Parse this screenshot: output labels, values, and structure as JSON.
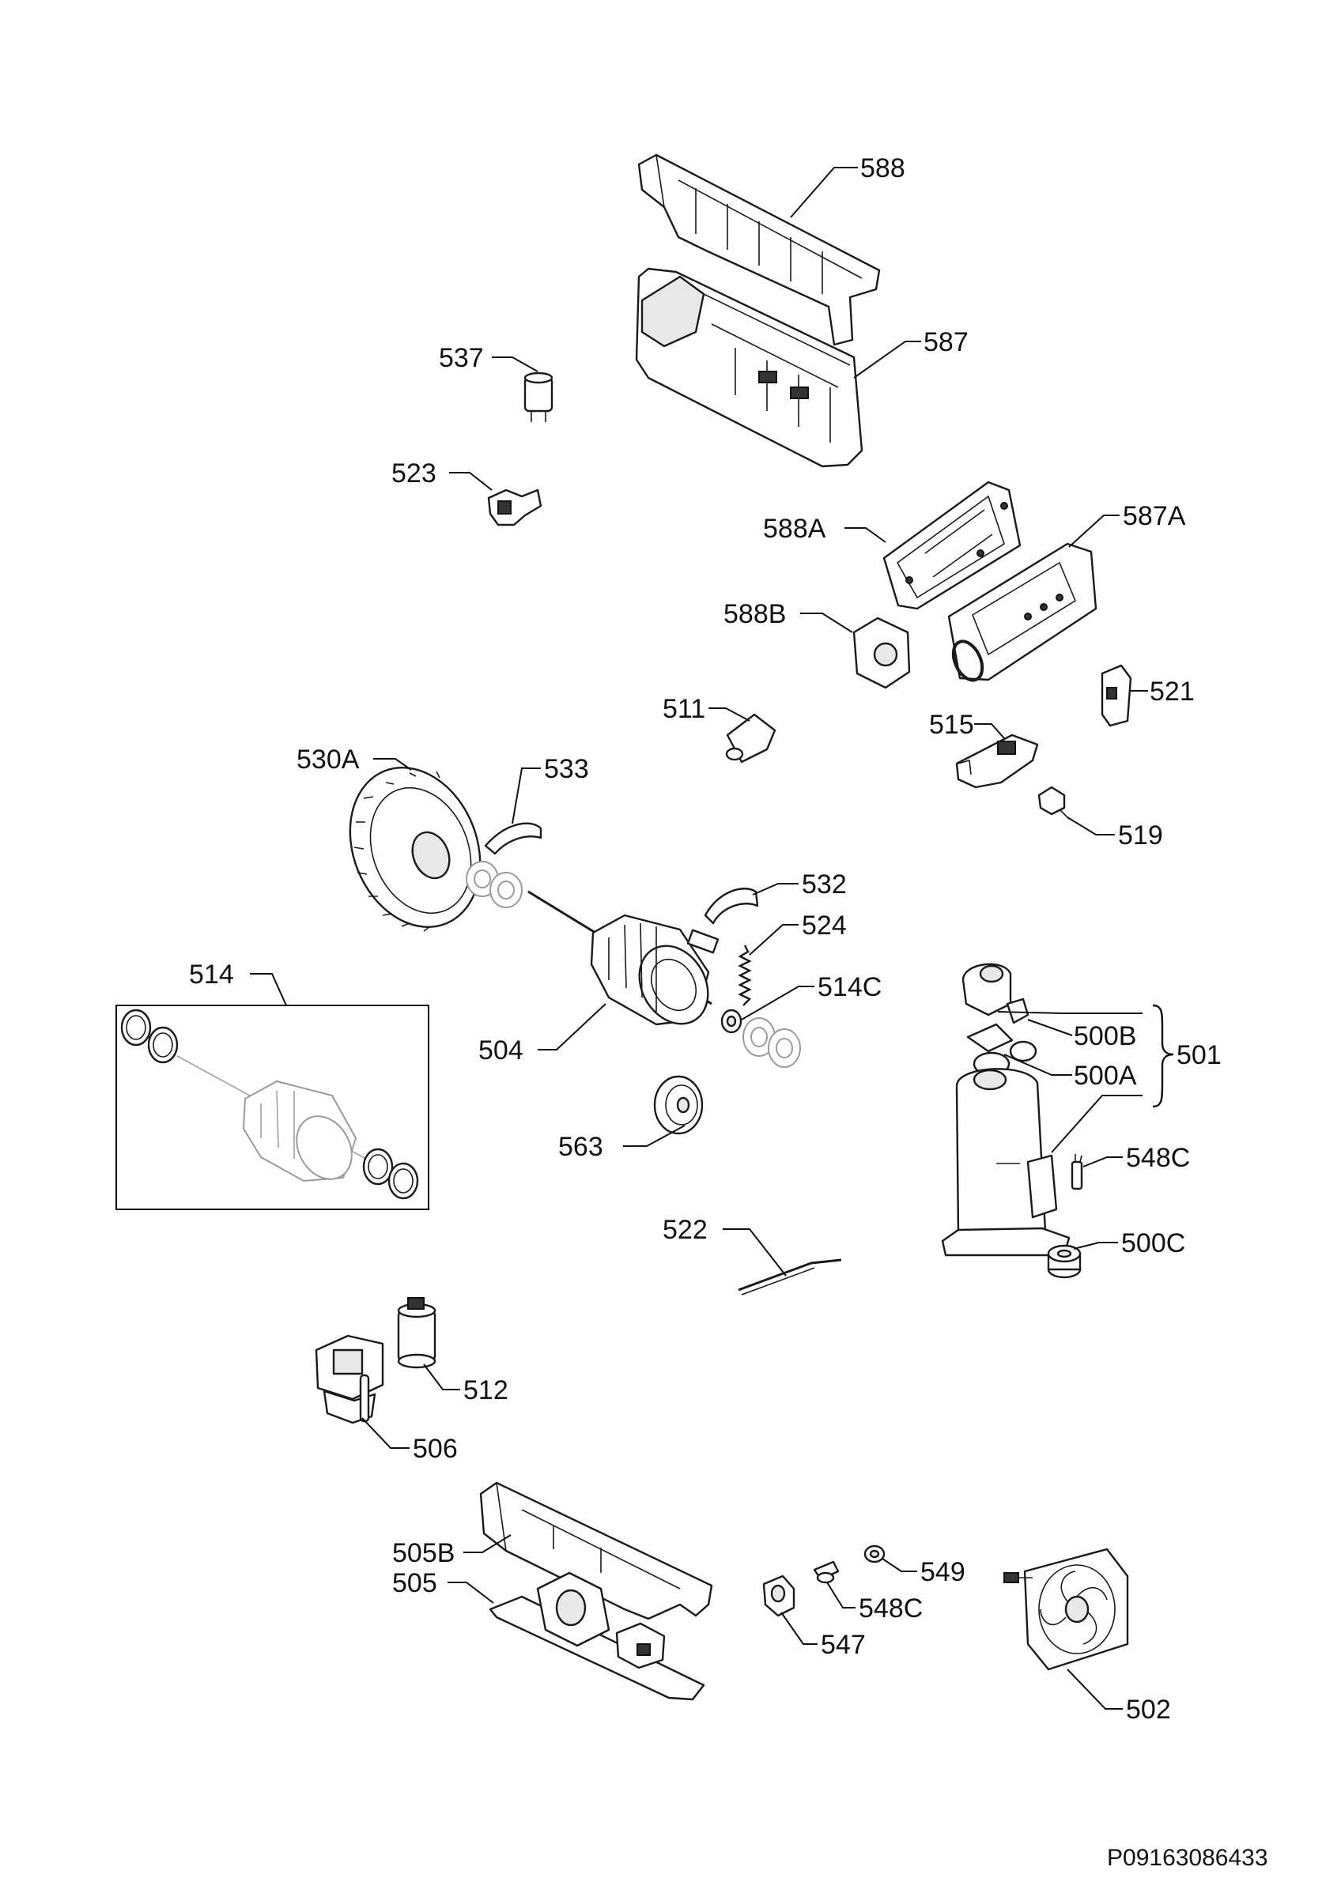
{
  "labels": {
    "p588": "588",
    "p587": "587",
    "p537": "537",
    "p523": "523",
    "p588A": "588A",
    "p587A": "587A",
    "p588B": "588B",
    "p521": "521",
    "p511": "511",
    "p515": "515",
    "p519": "519",
    "p530A": "530A",
    "p533": "533",
    "p532": "532",
    "p524": "524",
    "p514": "514",
    "p514C": "514C",
    "p504": "504",
    "p563": "563",
    "p500B": "500B",
    "p500A": "500A",
    "p501": "501",
    "p548C_a": "548C",
    "p522": "522",
    "p500C": "500C",
    "p512": "512",
    "p506": "506",
    "p505B": "505B",
    "p505": "505",
    "p549": "549",
    "p548C_b": "548C",
    "p547": "547",
    "p502": "502"
  },
  "document_id": "P09163086433",
  "colors": {
    "line": "#111111",
    "ghost_part": "#9a9a9a",
    "background": "#ffffff"
  }
}
